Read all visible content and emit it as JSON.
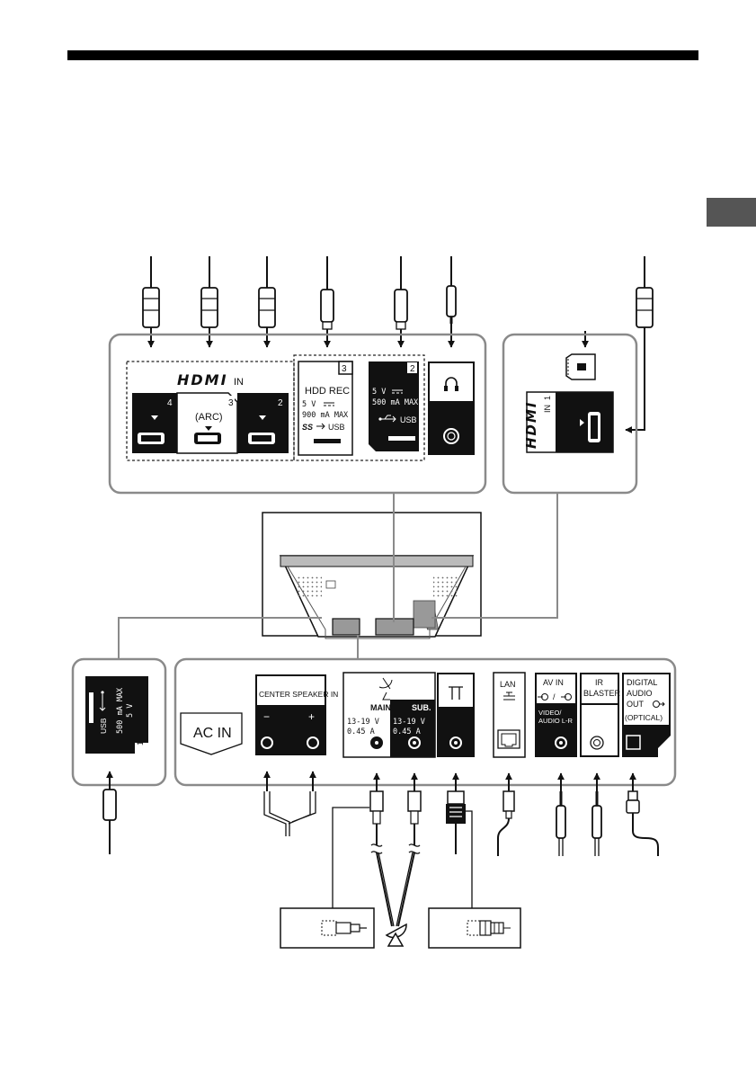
{
  "side_tab": {
    "color": "#555555"
  },
  "hdmi_panel": {
    "hdmi_logo": "HDMI",
    "hdmi_in": "IN",
    "port_4": "4",
    "port_3": "3",
    "arc": "(ARC)",
    "port_2": "2"
  },
  "hdd_rec": {
    "number": "3",
    "title": "HDD REC",
    "voltage": "5 V",
    "current": "900 mA MAX",
    "ss_usb": "SS",
    "usb": "USB"
  },
  "usb2": {
    "number": "2",
    "voltage": "5 V",
    "current": "500 mA MAX",
    "usb": "USB"
  },
  "hdmi1": {
    "logo": "HDMI",
    "in": "IN",
    "number": "1"
  },
  "usb1": {
    "voltage": "5 V",
    "current": "500 mA MAX",
    "usb": "USB",
    "number": "1"
  },
  "bottom_panel": {
    "ac_in": "AC IN",
    "center_speaker_in": "CENTER SPEAKER IN",
    "minus": "−",
    "plus": "+",
    "main": "MAIN",
    "sub": "SUB.",
    "main_voltage": "13-19 V",
    "main_current": "0.45 A",
    "sub_voltage": "13-19 V",
    "sub_current": "0.45 A",
    "lan": "LAN",
    "av_in": "AV IN",
    "av_slash": "/",
    "video_audio_1": "VIDEO/",
    "video_audio_2": "AUDIO L-R",
    "ir_1": "IR",
    "ir_2": "BLASTER",
    "digital_1": "DIGITAL",
    "digital_2": "AUDIO",
    "digital_3": "OUT",
    "optical": "(OPTICAL)"
  }
}
